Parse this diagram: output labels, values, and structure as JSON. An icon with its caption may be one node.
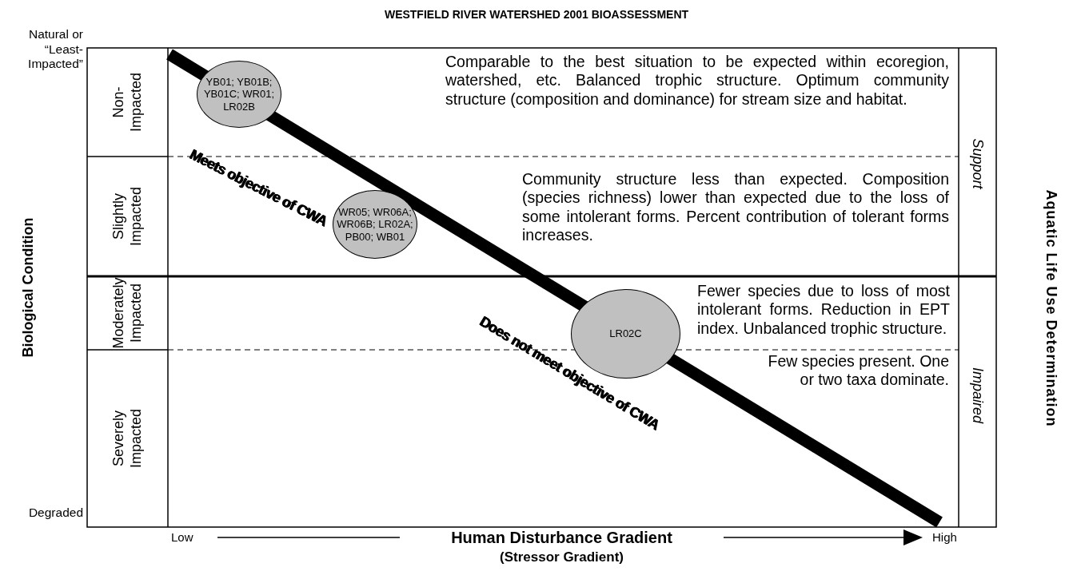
{
  "diagram": {
    "title": "WESTFIELD RIVER WATERSHED 2001 BIOASSESSMENT",
    "nodes": [
      {
        "text": [
          "YB01; YB01B; YB01C; WR01; LR02B"
        ]
      },
      {
        "text": [
          "WR05; WR06A; WR06B; LR02A; PB00; WB01"
        ]
      },
      {
        "text": [
          "LR02C"
        ]
      }
    ],
    "edges": [],
    "labels": [
      "Natural or “Least- Impacted”",
      "Non- Impacted",
      "Comparable to the best situation to be expected within ecoregion, watershed, etc. Balanced trophic structure. Optimum community structure (composition and dominance) for stream size and habitat.",
      "Support",
      "Aquatic Life Use Determination",
      "Meets objective of CWA",
      "Biological Condition",
      "Slightly Impacted",
      "Community structure less than expected. Composition (species richness) lower than expected due to the loss of some intolerant forms. Percent contribution of tolerant forms increases.",
      "Moderately Impacted",
      "Does not meet objective of CWA",
      "Fewer species due to loss of most intolerant forms. Reduction in EPT index. Unbalanced trophic structure.",
      "Impaired",
      "Few species present. One or two taxa dominate.",
      "Severely Impacted",
      "Degraded",
      "Low",
      "Human Disturbance Gradient",
      "High",
      "(Stressor Gradient)"
    ]
  }
}
